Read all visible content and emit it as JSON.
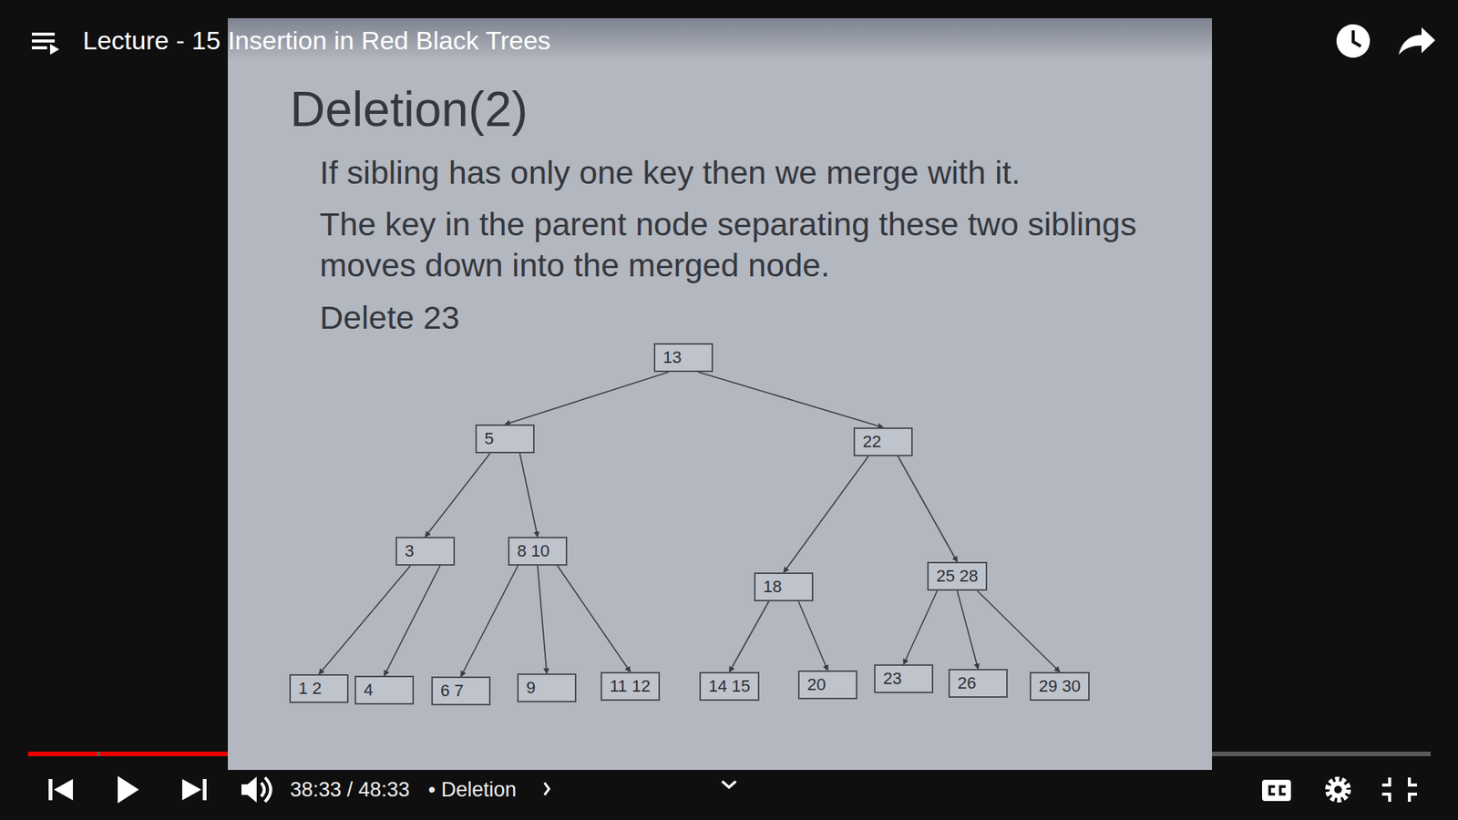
{
  "diagram": {
    "title": "Deletion(2)",
    "nodes": [
      {
        "text": [
          "13"
        ]
      },
      {
        "text": [
          "5"
        ]
      },
      {
        "text": [
          "22"
        ]
      },
      {
        "text": [
          "3"
        ]
      },
      {
        "text": [
          "8 10"
        ]
      },
      {
        "text": [
          "18"
        ]
      },
      {
        "text": [
          "25 28"
        ]
      },
      {
        "text": [
          "1 2"
        ]
      },
      {
        "text": [
          "4"
        ]
      },
      {
        "text": [
          "6 7"
        ]
      },
      {
        "text": [
          "9"
        ]
      },
      {
        "text": [
          "11 12"
        ]
      },
      {
        "text": [
          "14 15"
        ]
      },
      {
        "text": [
          "20"
        ]
      },
      {
        "text": [
          "23"
        ]
      },
      {
        "text": [
          "26"
        ]
      },
      {
        "text": [
          "29 30"
        ]
      }
    ],
    "edges": [
      {
        "from": 0,
        "to": 1,
        "arrow": "to"
      },
      {
        "from": 0,
        "to": 2,
        "arrow": "to"
      },
      {
        "from": 1,
        "to": 3,
        "arrow": "to"
      },
      {
        "from": 1,
        "to": 4,
        "arrow": "to"
      },
      {
        "from": 2,
        "to": 5,
        "arrow": "to"
      },
      {
        "from": 2,
        "to": 6,
        "arrow": "to"
      },
      {
        "from": 3,
        "to": 7,
        "arrow": "to"
      },
      {
        "from": 3,
        "to": 8,
        "arrow": "to"
      },
      {
        "from": 4,
        "to": 9,
        "arrow": "to"
      },
      {
        "from": 4,
        "to": 10,
        "arrow": "to"
      },
      {
        "from": 4,
        "to": 11,
        "arrow": "to"
      },
      {
        "from": 5,
        "to": 12,
        "arrow": "to"
      },
      {
        "from": 5,
        "to": 13,
        "arrow": "to"
      },
      {
        "from": 6,
        "to": 14,
        "arrow": "to"
      },
      {
        "from": 6,
        "to": 15,
        "arrow": "to"
      },
      {
        "from": 6,
        "to": 16,
        "arrow": "to"
      }
    ],
    "labels": [
      "Lecture - 15 Insertion in Red Black Trees",
      "If sibling has only one key then we merge with it.",
      "The key in the parent node separating these two siblings moves down into the merged node.",
      "Delete 23",
      "38:33 / 48:33",
      "• Deletion"
    ]
  }
}
